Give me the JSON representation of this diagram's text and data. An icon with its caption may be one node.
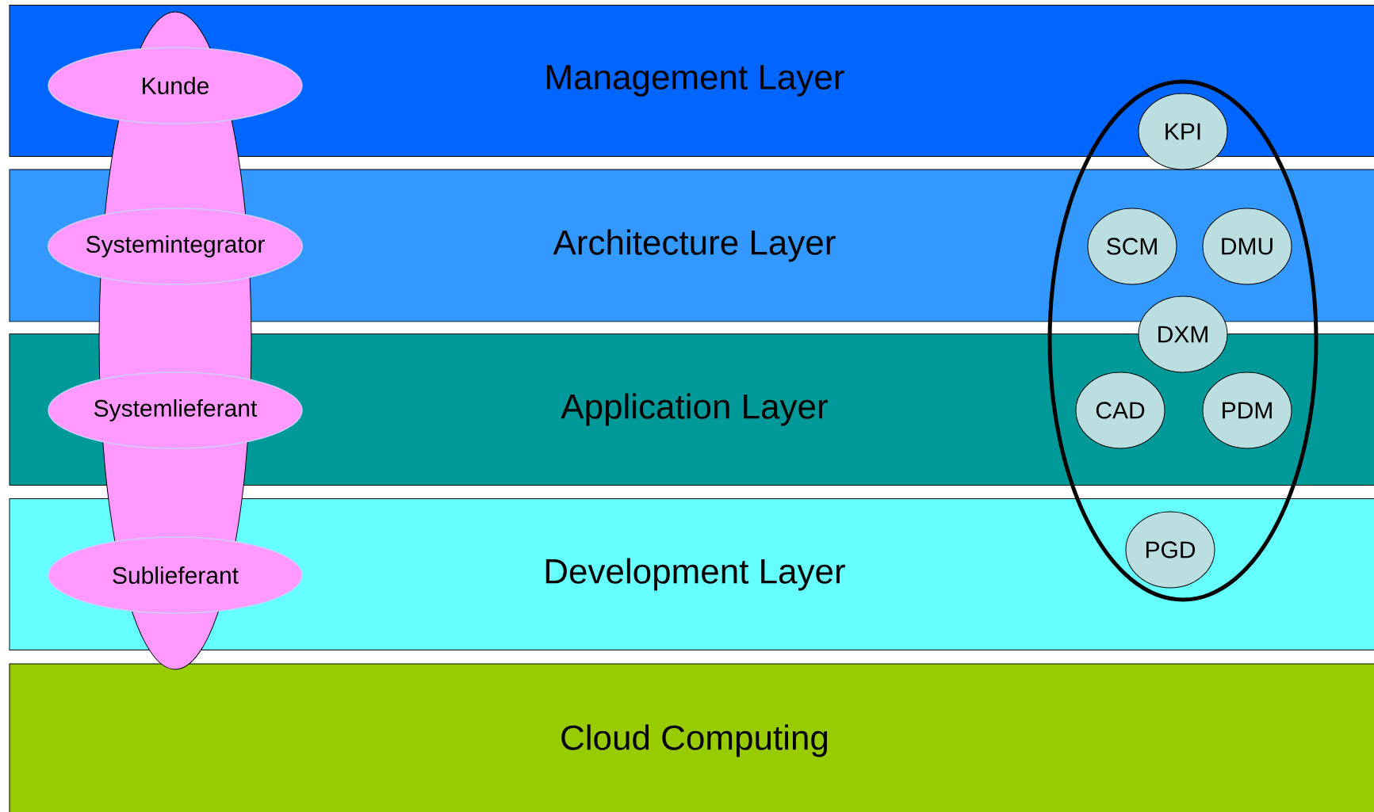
{
  "diagram": {
    "nodes": [
      {
        "text": [
          "Management Layer"
        ]
      },
      {
        "text": [
          "Architecture Layer"
        ]
      },
      {
        "text": [
          "Application Layer"
        ]
      },
      {
        "text": [
          "Development Layer"
        ]
      },
      {
        "text": [
          "Cloud Computing"
        ]
      },
      {
        "text": [],
        "shape": "ellipse"
      },
      {
        "text": [
          "Kunde"
        ],
        "in": 0
      },
      {
        "text": [
          "Systemintegrator"
        ],
        "in": 1
      },
      {
        "text": [
          "Systemlieferant"
        ],
        "in": 2
      },
      {
        "text": [
          "Sublieferant"
        ],
        "in": 3
      },
      {
        "text": [],
        "shape": "ellipse"
      },
      {
        "text": [
          "KPI"
        ],
        "in": 10
      },
      {
        "text": [
          "SCM"
        ]
      },
      {
        "text": [
          "DMU"
        ]
      },
      {
        "text": [
          "DXM"
        ],
        "in": 10
      },
      {
        "text": [
          "CAD"
        ]
      },
      {
        "text": [
          "PDM"
        ]
      },
      {
        "text": [
          "PGD"
        ]
      }
    ]
  }
}
